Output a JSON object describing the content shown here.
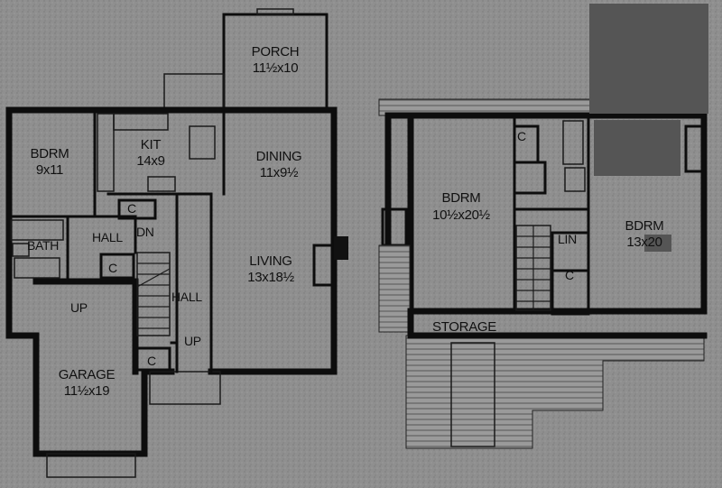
{
  "ground_floor": {
    "rooms": [
      {
        "name": "PORCH",
        "size": "11½x10"
      },
      {
        "name": "BDRM",
        "size": "9x11"
      },
      {
        "name": "KIT",
        "size": "14x9"
      },
      {
        "name": "DINING",
        "size": "11x9½"
      },
      {
        "name": "LIVING",
        "size": "13x18½"
      },
      {
        "name": "GARAGE",
        "size": "11½x19"
      }
    ],
    "labels": {
      "bath": "BATH",
      "hall_1": "HALL",
      "hall_2": "HALL",
      "dn": "DN",
      "up_1": "UP",
      "up_2": "UP",
      "closet_1": "C",
      "closet_2": "C",
      "closet_3": "C"
    }
  },
  "upper_floor": {
    "rooms": [
      {
        "name": "BDRM",
        "size": "10½x20½"
      },
      {
        "name": "BDRM",
        "size": "13x20"
      }
    ],
    "labels": {
      "storage": "STORAGE",
      "lin": "LIN",
      "closet_1": "C",
      "closet_2": "C"
    }
  },
  "colors": {
    "background": "#8f8f8f",
    "walls": "#0d0d0d",
    "redaction": "#555555"
  }
}
